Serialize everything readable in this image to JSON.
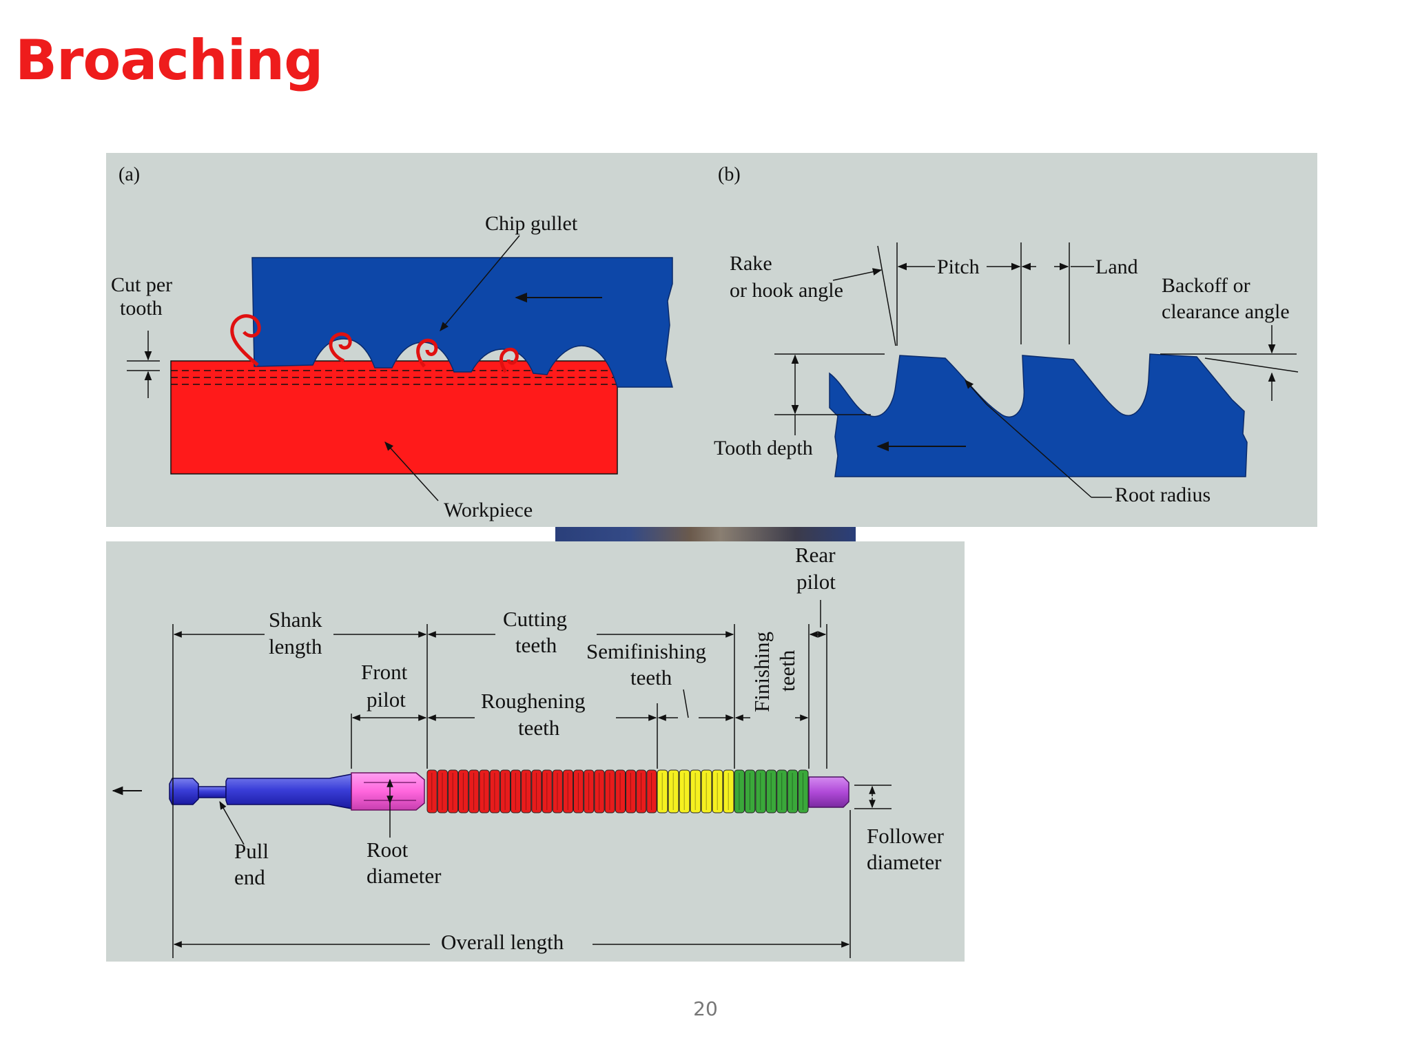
{
  "slide": {
    "title": "Broaching",
    "page_number": "20"
  },
  "figure_a": {
    "panel_label": "(a)",
    "chip_gullet": "Chip gullet",
    "cut_per_tooth_line1": "Cut per",
    "cut_per_tooth_line2": "tooth",
    "workpiece": "Workpiece"
  },
  "figure_b": {
    "panel_label": "(b)",
    "rake_line1": "Rake",
    "rake_line2": "or hook angle",
    "pitch": "Pitch",
    "land": "Land",
    "backoff_line1": "Backoff or",
    "backoff_line2": "clearance angle",
    "tooth_depth": "Tooth depth",
    "root_radius": "Root radius"
  },
  "figure_c": {
    "rear_pilot_line1": "Rear",
    "rear_pilot_line2": "pilot",
    "shank_length_line1": "Shank",
    "shank_length_line2": "length",
    "cutting_teeth_line1": "Cutting",
    "cutting_teeth_line2": "teeth",
    "semifinishing_line1": "Semifinishing",
    "semifinishing_line2": "teeth",
    "finishing_line1": "Finishing",
    "finishing_line2": "teeth",
    "front_pilot_line1": "Front",
    "front_pilot_line2": "pilot",
    "roughening_line1": "Roughening",
    "roughening_line2": "teeth",
    "pull_end_line1": "Pull",
    "pull_end_line2": "end",
    "root_diameter_line1": "Root",
    "root_diameter_line2": "diameter",
    "follower_line1": "Follower",
    "follower_line2": "diameter",
    "overall_length": "Overall length"
  },
  "colors": {
    "title": "#ee1c1c",
    "panel_background": "#cdd5d2",
    "tool_blue": "#0d47a8",
    "workpiece_red": "#ff1a1a",
    "front_pilot_pink": "#ff66dd",
    "roughening_red": "#e81c1c",
    "semifinishing_yellow": "#f5f020",
    "finishing_green": "#3aa83a",
    "rear_pilot_purple": "#b04ad8"
  }
}
